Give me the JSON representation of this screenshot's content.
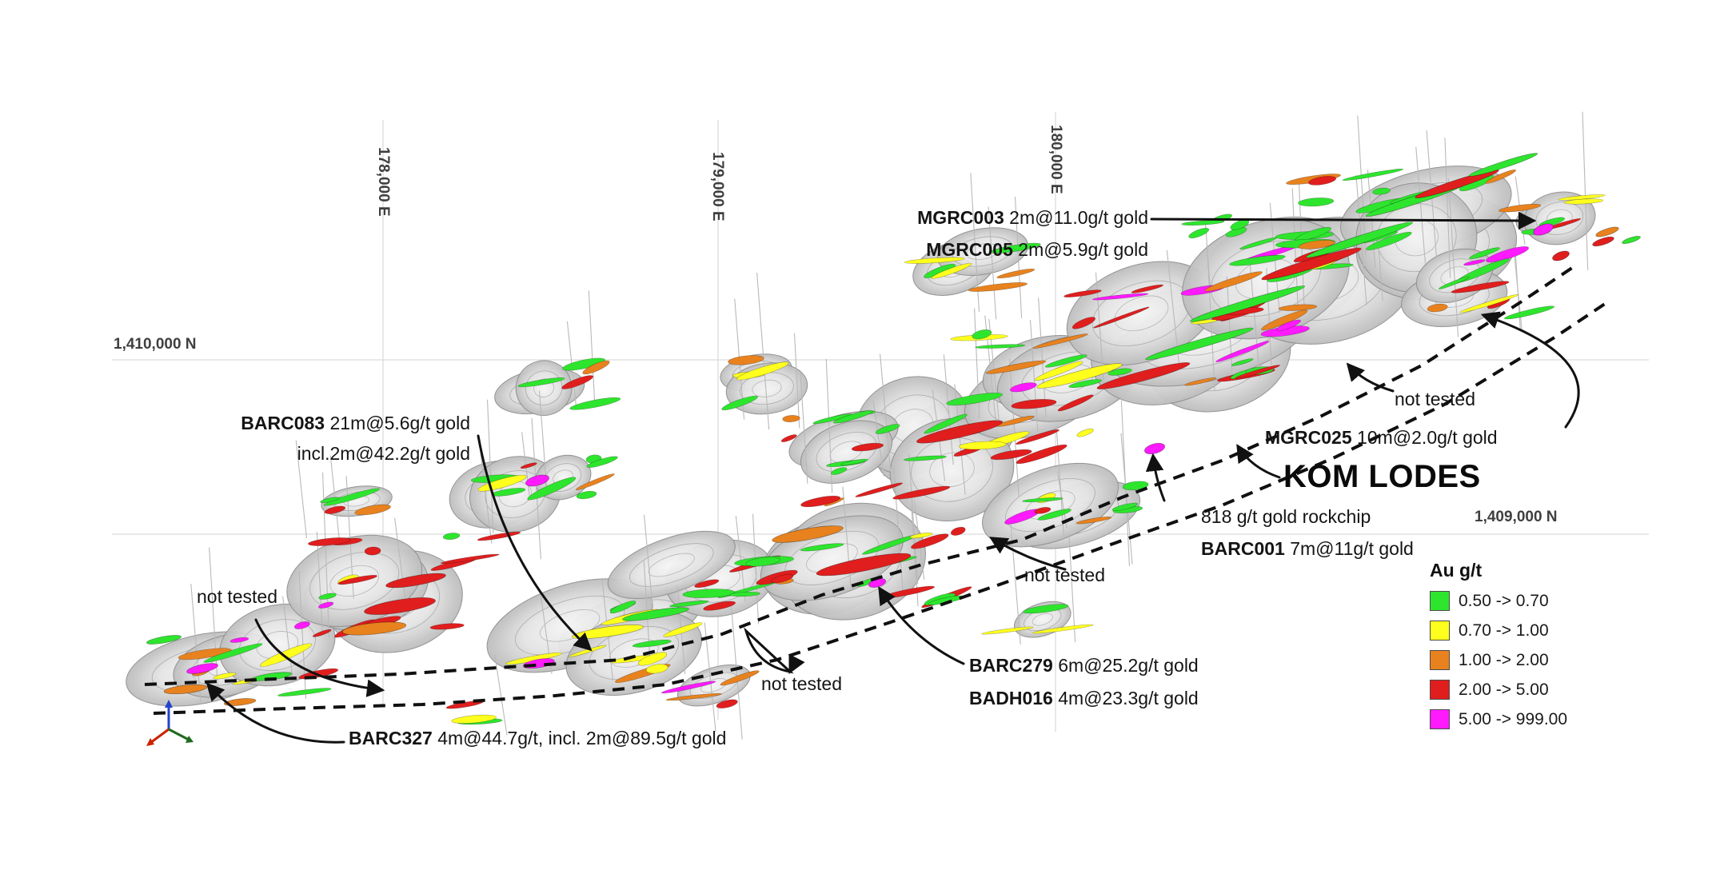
{
  "figure": {
    "background": "#ffffff",
    "title": "KOM LODES"
  },
  "grid": {
    "eastings": [
      {
        "label": "178,000 E"
      },
      {
        "label": "179,000 E"
      },
      {
        "label": "180,000 E"
      }
    ],
    "northings": [
      {
        "label": "1,410,000 N"
      },
      {
        "label": "1,409,000 N"
      }
    ]
  },
  "annotations": {
    "mgrc003": {
      "line1_bold": "MGRC003",
      "line1_rest": " 2m@11.0g/t gold",
      "line2_bold": "MGRC005",
      "line2_rest": " 2m@5.9g/t gold"
    },
    "barc083": {
      "line1_bold": "BARC083",
      "line1_rest": " 21m@5.6g/t gold",
      "line2": "incl.2m@42.2g/t gold"
    },
    "not_tested_left": "not tested",
    "barc327": {
      "bold": "BARC327",
      "rest": " 4m@44.7g/t, incl. 2m@89.5g/t gold"
    },
    "not_tested_center": "not tested",
    "barc279": {
      "line1_bold": "BARC279",
      "line1_rest": " 6m@25.2g/t gold",
      "line2_bold": "BADH016",
      "line2_rest": " 4m@23.3g/t gold"
    },
    "not_tested_mid": "not tested",
    "rockchip": {
      "line1": "818 g/t gold rockchip",
      "line2_bold": "BARC001",
      "line2_rest": " 7m@11g/t gold"
    },
    "kom_lodes": "KOM LODES",
    "mgrc025": {
      "bold": "MGRC025",
      "rest": " 10m@2.0g/t gold"
    },
    "not_tested_right": "not tested"
  },
  "legend": {
    "title": "Au g/t",
    "entries": [
      {
        "label": "0.50 -> 0.70",
        "color": "#2ee52e"
      },
      {
        "label": "0.70 -> 1.00",
        "color": "#ffff1e"
      },
      {
        "label": "1.00 -> 2.00",
        "color": "#e8821e"
      },
      {
        "label": "2.00 -> 5.00",
        "color": "#e01e1e"
      },
      {
        "label": "5.00 -> 999.00",
        "color": "#ff1aff"
      }
    ]
  }
}
